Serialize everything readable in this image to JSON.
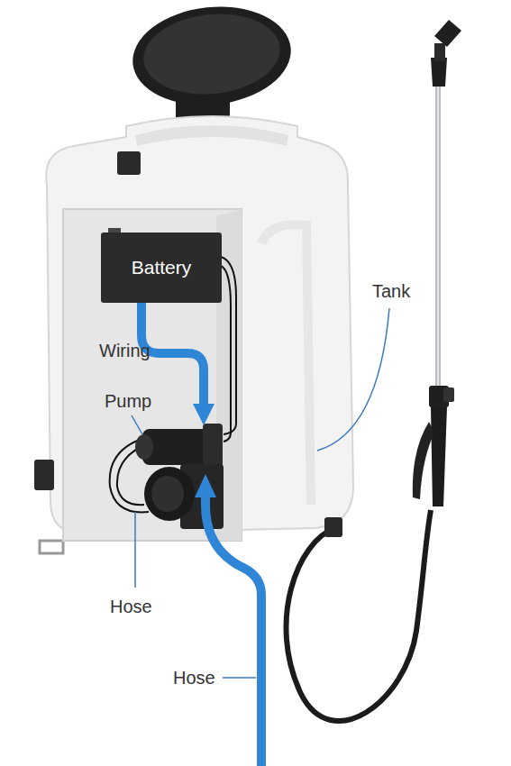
{
  "diagram": {
    "nodes": [
      {
        "text": [
          "Battery"
        ]
      }
    ],
    "labels": [
      "Wiring",
      "Pump",
      "Hose",
      "Hose",
      "Tank"
    ]
  }
}
